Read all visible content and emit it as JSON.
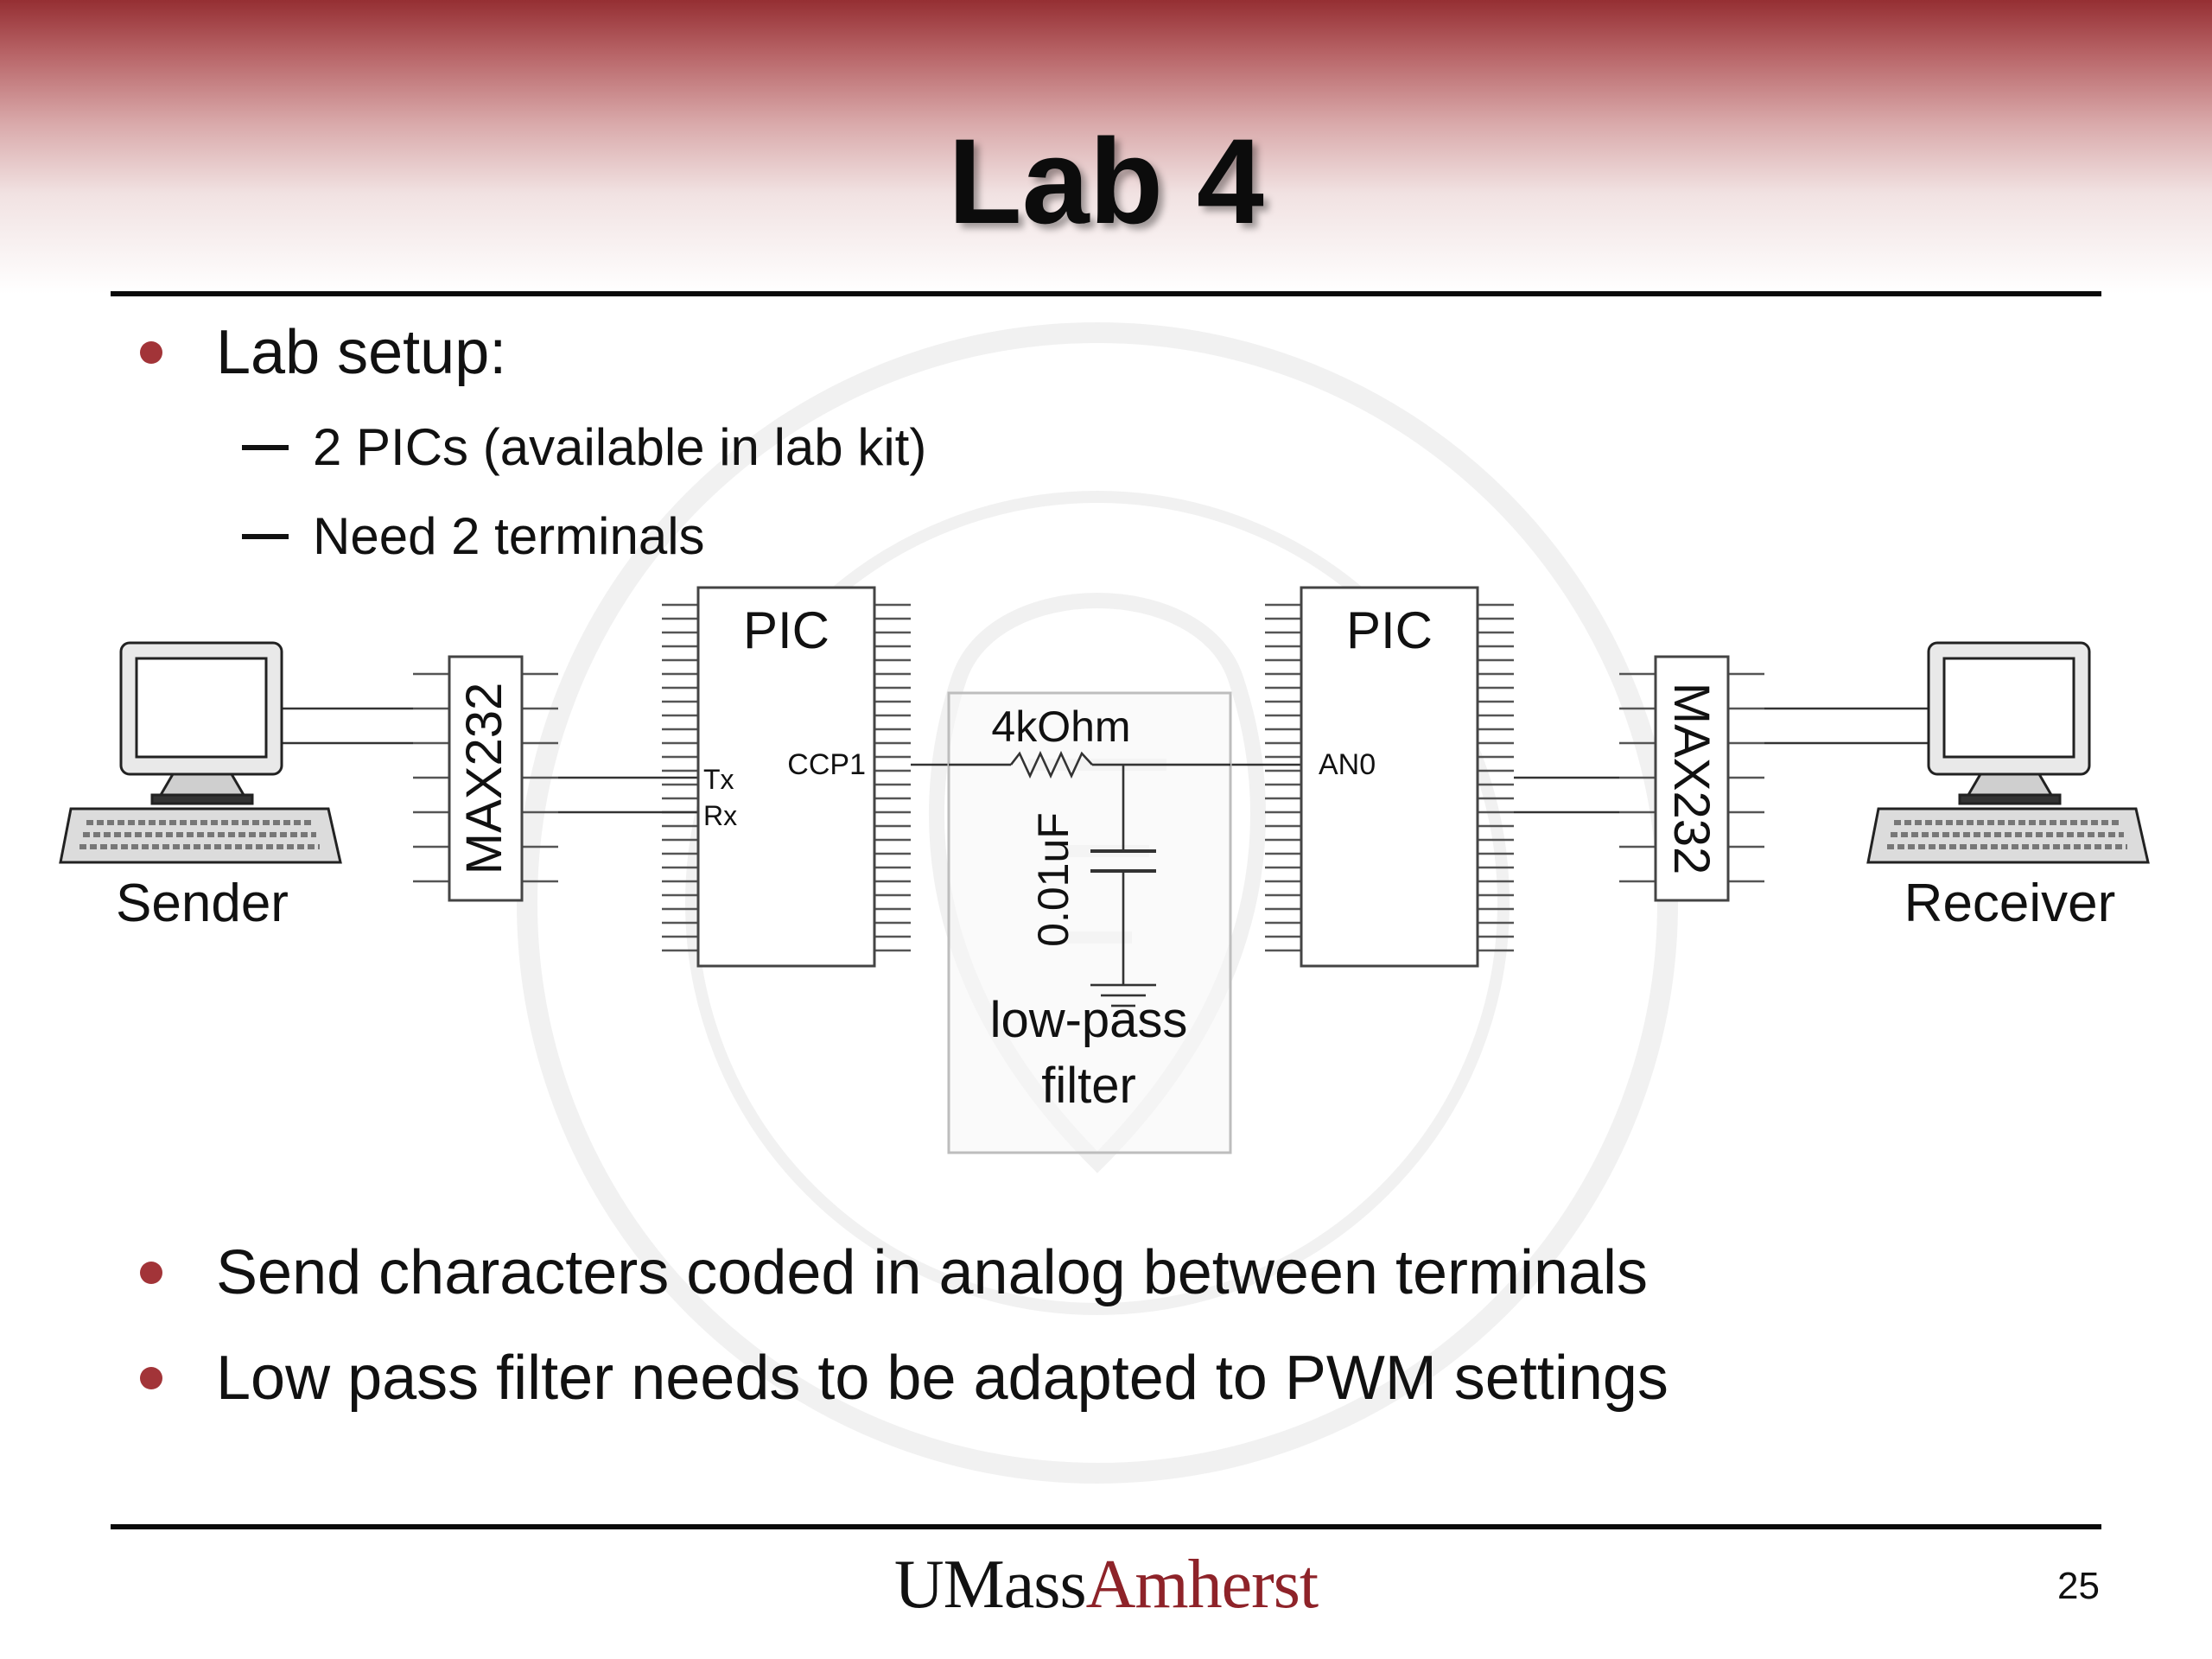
{
  "slide": {
    "title": "Lab 4",
    "bullets_top": {
      "main": "Lab setup:",
      "sub": [
        "2 PICs (available in lab kit)",
        "Need 2 terminals"
      ]
    },
    "bullets_bottom": [
      "Send characters coded in analog between terminals",
      "Low pass filter needs to be adapted to PWM settings"
    ],
    "page_number": "25",
    "logo": {
      "part1": "UMass",
      "part2": "Amherst"
    },
    "colors": {
      "accent": "#a23438",
      "band": "#952f33",
      "logo_red": "#8e2329"
    }
  },
  "diagram": {
    "sender_label": "Sender",
    "receiver_label": "Receiver",
    "max232_left": "MAX232",
    "max232_right": "MAX232",
    "pic_left": "PIC",
    "pic_right": "PIC",
    "pin_tx": "Tx",
    "pin_rx": "Rx",
    "pin_ccp1": "CCP1",
    "pin_an0": "AN0",
    "resistor_value": "4kOhm",
    "capacitor_value": "0.01uF",
    "filter_label_line1": "low-pass",
    "filter_label_line2": "filter"
  }
}
